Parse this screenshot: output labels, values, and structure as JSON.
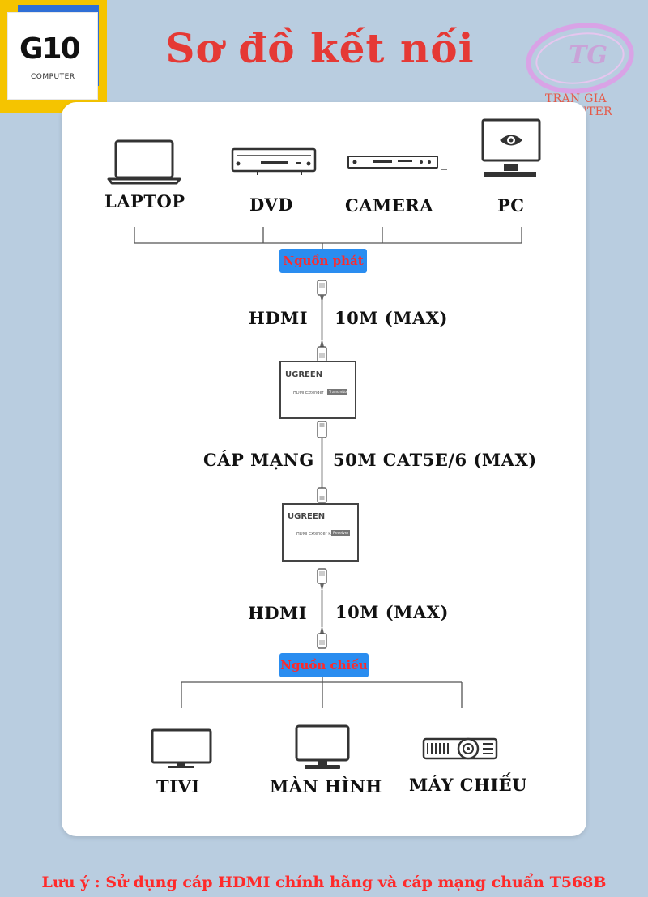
{
  "header": {
    "title": "Sơ đồ kết nối",
    "logo_left": {
      "mark": "G10",
      "sub": "COMPUTER"
    },
    "logo_right": {
      "mark": "TG",
      "name": "TRAN GIA COMPUTER"
    }
  },
  "sources": [
    {
      "label": "LAPTOP",
      "icon": "laptop-icon"
    },
    {
      "label": "DVD",
      "icon": "dvd-player-icon"
    },
    {
      "label": "CAMERA",
      "icon": "camera-recorder-icon"
    },
    {
      "label": "PC",
      "icon": "pc-monitor-icon"
    }
  ],
  "source_badge": "Nguồn phát",
  "link1": {
    "left": "HDMI",
    "right": "10M (MAX)"
  },
  "transmitter": {
    "brand": "UGREEN",
    "caption": "HDMI Extender TX",
    "tag": "Transmitter"
  },
  "link2": {
    "left": "CÁP MẠNG",
    "right": "50M CAT5E/6 (MAX)"
  },
  "receiver": {
    "brand": "UGREEN",
    "caption": "HDMI Extender RX",
    "tag": "Receiver"
  },
  "link3": {
    "left": "HDMI",
    "right": "10M (MAX)"
  },
  "output_badge": "Nguồn chiếu",
  "outputs": [
    {
      "label": "TIVI",
      "icon": "tv-icon"
    },
    {
      "label": "MÀN HÌNH",
      "icon": "monitor-icon"
    },
    {
      "label": "MÁY CHIẾU",
      "icon": "projector-icon"
    }
  ],
  "note": "Lưu ý : Sử dụng cáp HDMI chính hãng và cáp mạng chuẩn T568B",
  "colors": {
    "background": "#b9cde0",
    "title": "#e53935",
    "badge": "#2a8df0",
    "badge_text": "#ff2a2a",
    "note": "#ff2a2a"
  }
}
